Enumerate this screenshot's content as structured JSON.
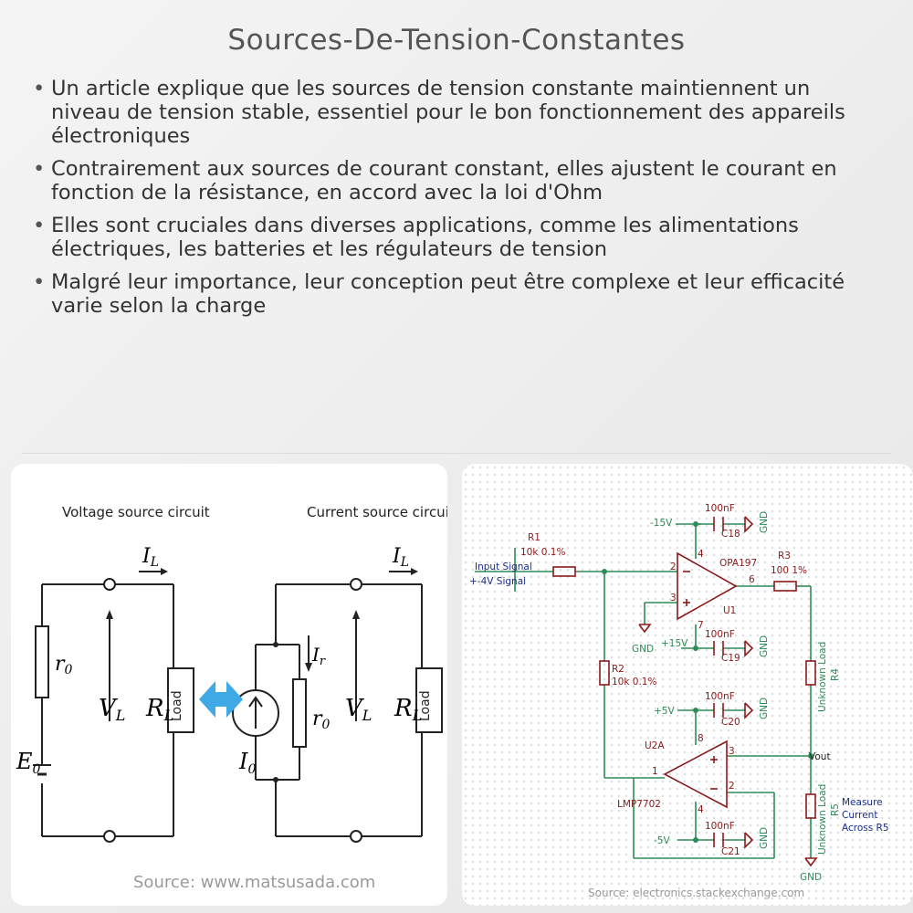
{
  "title": "Sources-De-Tension-Constantes",
  "bullets": [
    "Un article explique que les sources de tension constante maintiennent un niveau de tension stable, essentiel pour le bon fonctionnement des appareils électroniques",
    "Contrairement aux sources de courant constant, elles ajustent le courant en fonction de la résistance, en accord avec la loi d'Ohm",
    "Elles sont cruciales dans diverses applications, comme les alimentations électriques, les batteries et les régulateurs de tension",
    "Malgré leur importance, leur conception peut être complexe et leur efficacité varie selon la charge"
  ],
  "left_figure": {
    "voltage_title": "Voltage source circuit",
    "current_title": "Current source circuit",
    "il": "I",
    "il_sub": "L",
    "r0": "r",
    "r0_sub": "0",
    "vl": "V",
    "vl_sub": "L",
    "rl": "R",
    "rl_sub": "L",
    "load": "Load",
    "e0": "E",
    "e0_sub": "0",
    "ir": "I",
    "ir_sub": "r",
    "i0": "I",
    "i0_sub": "0",
    "source": "Source: www.matsusada.com",
    "arrow_color": "#3fa9e6"
  },
  "right_figure": {
    "input_signal": "Input Signal",
    "signal_range": "+-4V Signal",
    "r1": "R1",
    "r1_val": "10k 0.1%",
    "r2": "R2",
    "r2_val": "10k 0.1%",
    "r3": "R3",
    "r3_val": "100 1%",
    "r4": "R4",
    "r5": "R5",
    "unknown_load": "Unknown Load",
    "u1": "U1",
    "u1_part": "OPA197",
    "u2": "U2A",
    "u2_part": "LMP7702",
    "neg15": "-15V",
    "pos15": "+15V",
    "pos5": "+5V",
    "neg5": "-5V",
    "cap": "100nF",
    "c18": "C18",
    "c19": "C19",
    "c20": "C20",
    "c21": "C21",
    "gnd": "GND",
    "vout": "Vout",
    "measure_1": "Measure",
    "measure_2": "Current",
    "measure_3": "Across R5",
    "pin2": "2",
    "pin3": "3",
    "pin4": "4",
    "pin6": "6",
    "pin7": "7",
    "pin8": "8",
    "pin1": "1",
    "source": "Source: electronics.stackexchange.com",
    "wire_color": "#2e8b57",
    "part_color": "#8b1a1a",
    "label_color": "#1a2e8b"
  }
}
